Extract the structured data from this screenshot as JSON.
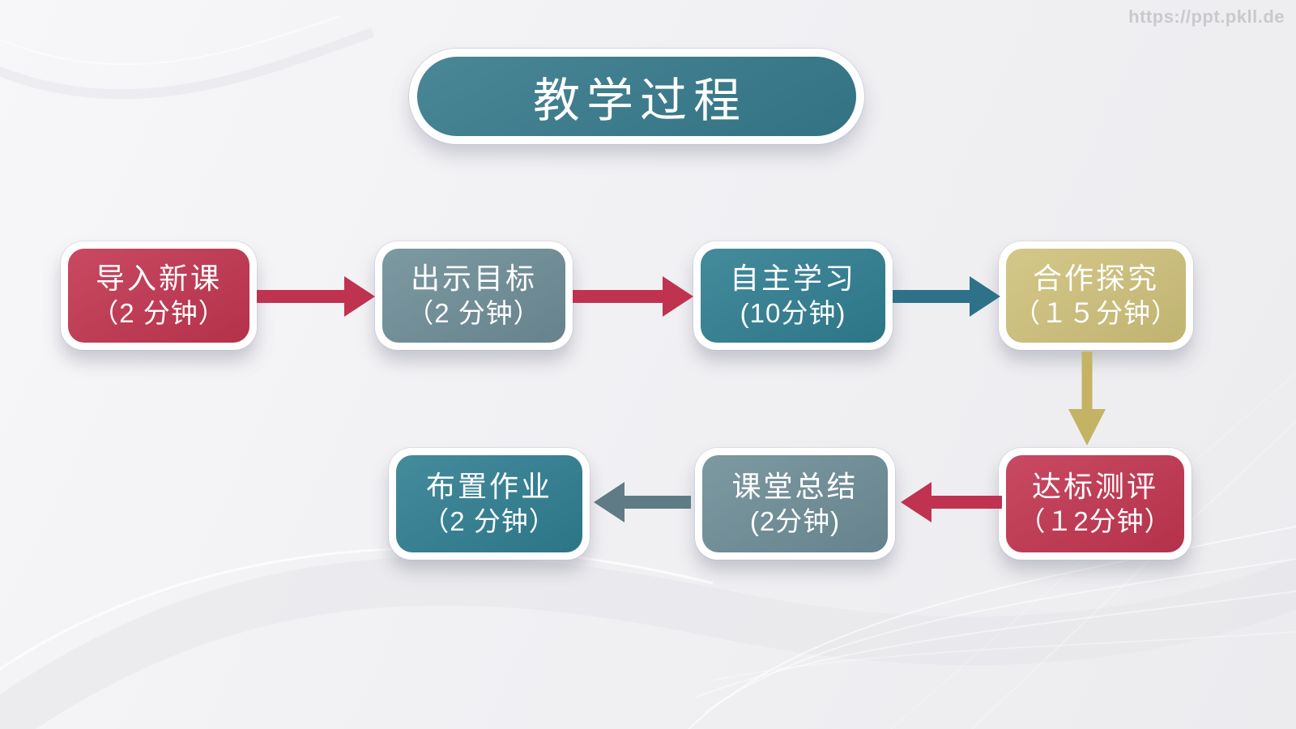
{
  "watermark": "https://ppt.pkll.de",
  "title": "教学过程",
  "theme": {
    "title_fill": "#35798b",
    "red": "#c23550",
    "slate": "#6e8d97",
    "teal": "#2f7e91",
    "khaki": "#cfc17b",
    "background": "#f2f2f4"
  },
  "flow": {
    "nodes": [
      {
        "label": "导入新课",
        "time": "（2 分钟）",
        "color": "#c23550"
      },
      {
        "label": "出示目标",
        "time": "（2 分钟）",
        "color": "#6e8d97"
      },
      {
        "label": "自主学习",
        "time": "(10分钟)",
        "color": "#2f7e91"
      },
      {
        "label": "合作探究",
        "time": "（１５分钟）",
        "color": "#cfc17b"
      },
      {
        "label": "达标测评",
        "time": "（１2分钟）",
        "color": "#c23550"
      },
      {
        "label": "课堂总结",
        "time": "(2分钟)",
        "color": "#6e8d97"
      },
      {
        "label": "布置作业",
        "time": "（2 分钟）",
        "color": "#2f7e91"
      }
    ],
    "arrows": [
      {
        "name": "intro-to-goals",
        "direction": "right",
        "color": "#bf3350"
      },
      {
        "name": "goals-to-self-study",
        "direction": "right",
        "color": "#bf3350"
      },
      {
        "name": "self-study-to-cooperate",
        "direction": "right",
        "color": "#2e7189"
      },
      {
        "name": "cooperate-to-assess",
        "direction": "down",
        "color": "#c4b364"
      },
      {
        "name": "assess-to-summary",
        "direction": "left",
        "color": "#bf3350"
      },
      {
        "name": "summary-to-homework",
        "direction": "left",
        "color": "#5f7b85"
      }
    ]
  }
}
